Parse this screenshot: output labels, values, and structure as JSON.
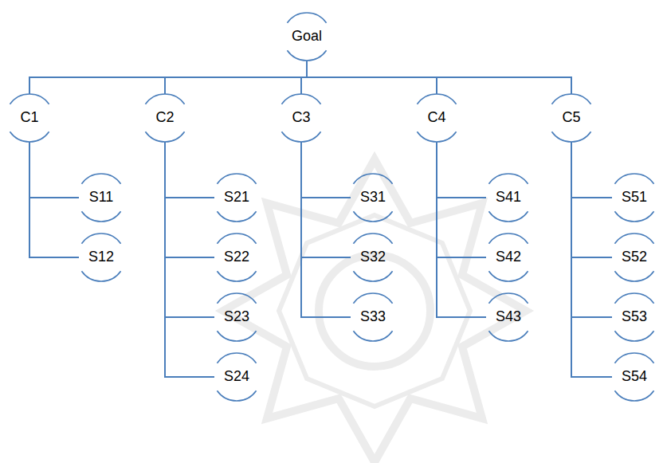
{
  "diagram": {
    "nodes": [
      {
        "text": [
          "Goal"
        ]
      },
      {
        "text": [
          "C1"
        ]
      },
      {
        "text": [
          "C2"
        ]
      },
      {
        "text": [
          "C3"
        ]
      },
      {
        "text": [
          "C4"
        ]
      },
      {
        "text": [
          "C5"
        ]
      },
      {
        "text": [
          "S11"
        ]
      },
      {
        "text": [
          "S12"
        ]
      },
      {
        "text": [
          "S21"
        ]
      },
      {
        "text": [
          "S22"
        ]
      },
      {
        "text": [
          "S23"
        ]
      },
      {
        "text": [
          "S24"
        ]
      },
      {
        "text": [
          "S31"
        ]
      },
      {
        "text": [
          "S32"
        ]
      },
      {
        "text": [
          "S33"
        ]
      },
      {
        "text": [
          "S41"
        ]
      },
      {
        "text": [
          "S42"
        ]
      },
      {
        "text": [
          "S43"
        ]
      },
      {
        "text": [
          "S51"
        ]
      },
      {
        "text": [
          "S52"
        ]
      },
      {
        "text": [
          "S53"
        ]
      },
      {
        "text": [
          "S54"
        ]
      }
    ],
    "edges": [
      {
        "from": 0,
        "to": 1,
        "arrow": "none"
      },
      {
        "from": 0,
        "to": 2,
        "arrow": "none"
      },
      {
        "from": 0,
        "to": 3,
        "arrow": "none"
      },
      {
        "from": 0,
        "to": 4,
        "arrow": "none"
      },
      {
        "from": 0,
        "to": 5,
        "arrow": "none"
      },
      {
        "from": 1,
        "to": 6,
        "arrow": "none"
      },
      {
        "from": 1,
        "to": 7,
        "arrow": "none"
      },
      {
        "from": 2,
        "to": 8,
        "arrow": "none"
      },
      {
        "from": 2,
        "to": 9,
        "arrow": "none"
      },
      {
        "from": 2,
        "to": 10,
        "arrow": "none"
      },
      {
        "from": 2,
        "to": 11,
        "arrow": "none"
      },
      {
        "from": 3,
        "to": 12,
        "arrow": "none"
      },
      {
        "from": 3,
        "to": 13,
        "arrow": "none"
      },
      {
        "from": 3,
        "to": 14,
        "arrow": "none"
      },
      {
        "from": 4,
        "to": 15,
        "arrow": "none"
      },
      {
        "from": 4,
        "to": 16,
        "arrow": "none"
      },
      {
        "from": 4,
        "to": 17,
        "arrow": "none"
      },
      {
        "from": 5,
        "to": 18,
        "arrow": "none"
      },
      {
        "from": 5,
        "to": 19,
        "arrow": "none"
      },
      {
        "from": 5,
        "to": 20,
        "arrow": "none"
      },
      {
        "from": 5,
        "to": 21,
        "arrow": "none"
      }
    ]
  }
}
